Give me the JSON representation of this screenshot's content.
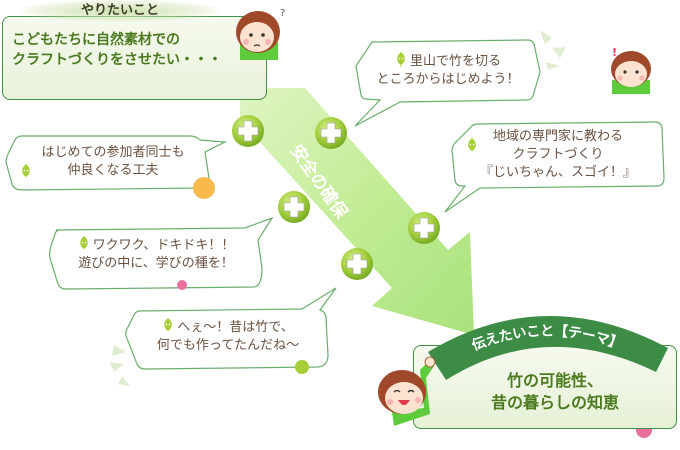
{
  "want": {
    "title": "やりたいこと",
    "line1": "こどもたちに自然素材での",
    "line2": "クラフトづくりをさせたい・・・"
  },
  "arrow": {
    "label": "安全の確保",
    "color_light": "#c8ee9a",
    "color_dark": "#a6e07a"
  },
  "bubbles": [
    {
      "id": "satoyama",
      "line1": "里山で竹を切る",
      "line2": "ところからはじめよう！"
    },
    {
      "id": "nakama",
      "line1": "はじめての参加者同士も",
      "line2": "仲良くなる工夫"
    },
    {
      "id": "expert",
      "line1": "地域の専門家に教わる",
      "line2": "クラフトづくり",
      "line3": "『じいちゃん、スゴイ！』"
    },
    {
      "id": "wakuwaku",
      "line1": "ワクワク、ドキドキ！！",
      "line2": "遊びの中に、学びの種を！"
    },
    {
      "id": "hee",
      "line1": "へぇ～！昔は竹で、",
      "line2": "何でも作ってたんだね～"
    }
  ],
  "theme": {
    "label": "伝えたいこと【テーマ】",
    "line1": "竹の可能性、",
    "line2": "昔の暮らしの知恵"
  },
  "characters": [
    {
      "id": "worried-girl",
      "mark": "?"
    },
    {
      "id": "surprised-boy",
      "mark": "!"
    },
    {
      "id": "happy-girl"
    }
  ],
  "colors": {
    "border_green": "#3f8f47",
    "text_brown": "#6b5140",
    "text_green": "#4a7a1e",
    "theme_band": "#3c8c46",
    "dot_orange": "#f9b84a",
    "dot_pink": "#e9709a",
    "dot_green": "#a8cf3a",
    "dot_blue": "#6fb7d6"
  }
}
